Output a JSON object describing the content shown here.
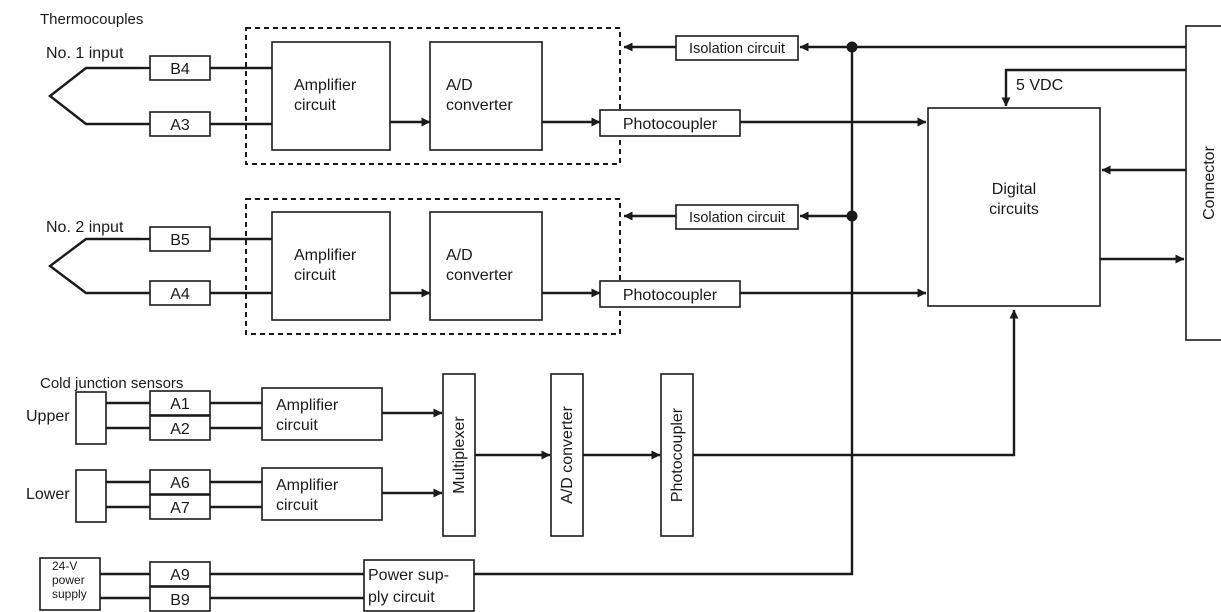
{
  "headings": {
    "thermocouples": "Thermocouples",
    "cold_junction": "Cold junction sensors"
  },
  "inputs": {
    "no1": "No. 1 input",
    "no2": "No. 2 input",
    "upper": "Upper",
    "lower": "Lower",
    "power": [
      "24-V",
      "power",
      "supply"
    ]
  },
  "terminals": {
    "b4": "B4",
    "a3": "A3",
    "b5": "B5",
    "a4": "A4",
    "a1": "A1",
    "a2": "A2",
    "a6": "A6",
    "a7": "A7",
    "a9": "A9",
    "b9": "B9"
  },
  "blocks": {
    "amplifier": [
      "Amplifier",
      "circuit"
    ],
    "ad_converter": [
      "A/D",
      "converter"
    ],
    "ad_converter_vertical": "A/D converter",
    "photocoupler": "Photocoupler",
    "isolation": "Isolation circuit",
    "multiplexer": "Multiplexer",
    "power_supply": [
      "Power sup-",
      "ply circuit"
    ],
    "digital": [
      "Digital",
      "circuits"
    ],
    "connector": "Connector",
    "vdc": "5 VDC"
  }
}
